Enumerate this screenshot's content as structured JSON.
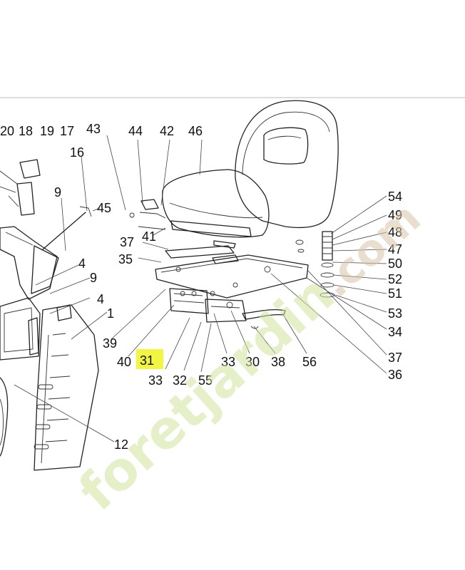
{
  "watermark": {
    "text_prefix": "foret",
    "text_accent": "jardin",
    "text_suffix": ".com",
    "color_main": "#cfe29b",
    "color_accent": "#f3c27a",
    "color_dotcom": "#d9c3a8"
  },
  "highlight": {
    "part": "31",
    "color": "#f2f542"
  },
  "part_labels": [
    "20",
    "18",
    "19",
    "17",
    "43",
    "44",
    "42",
    "46",
    "16",
    "9",
    "45",
    "41",
    "37",
    "35",
    "54",
    "49",
    "48",
    "47",
    "50",
    "52",
    "51",
    "53",
    "34",
    "4",
    "9",
    "4",
    "1",
    "39",
    "40",
    "31",
    "33",
    "32",
    "55",
    "33",
    "30",
    "38",
    "56",
    "37",
    "36",
    "12"
  ]
}
